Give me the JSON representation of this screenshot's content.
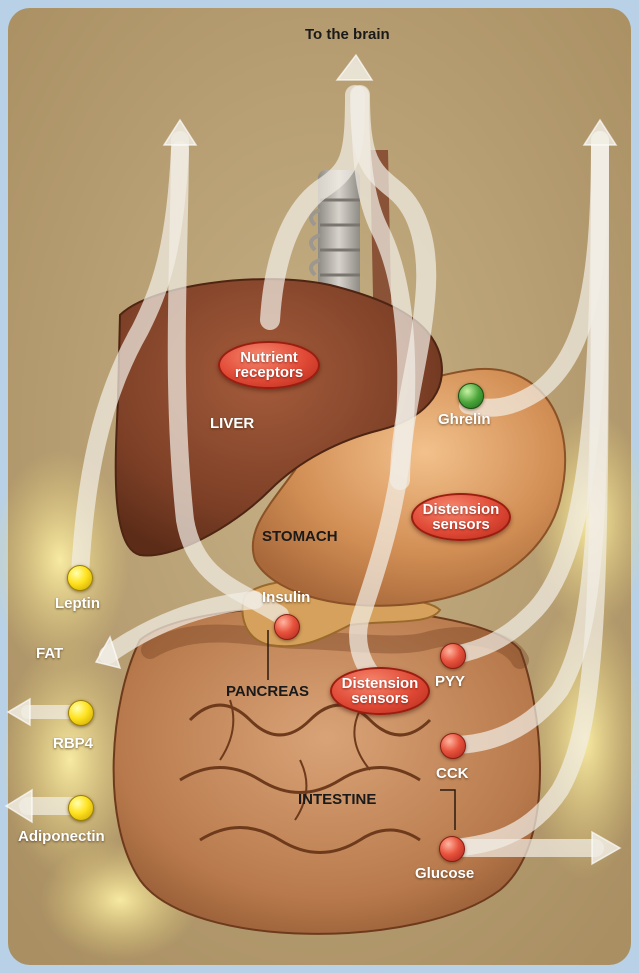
{
  "labels": {
    "to_brain": "To the brain",
    "liver": "LIVER",
    "stomach": "STOMACH",
    "pancreas": "PANCREAS",
    "intestine": "INTESTINE",
    "fat": "FAT",
    "ghrelin": "Ghrelin",
    "leptin": "Leptin",
    "insulin": "Insulin",
    "pyy": "PYY",
    "rbp4": "RBP4",
    "cck": "CCK",
    "adiponectin": "Adiponectin",
    "glucose": "Glucose"
  },
  "bubbles": {
    "nutrient_receptors": [
      "Nutrient",
      "receptors"
    ],
    "distension_stomach": [
      "Distension",
      "sensors"
    ],
    "distension_intestine": [
      "Distension",
      "sensors"
    ]
  },
  "colors": {
    "frame": "#b9d1e6",
    "background": "#b8a177",
    "liver": "#8a4a30",
    "stomach": "#d79860",
    "intestine": "#b87a4c",
    "pathway": "#f1ede4",
    "red_signal": "#e04a36",
    "yellow_signal": "#ffe21f",
    "green_signal": "#4ba53a"
  }
}
